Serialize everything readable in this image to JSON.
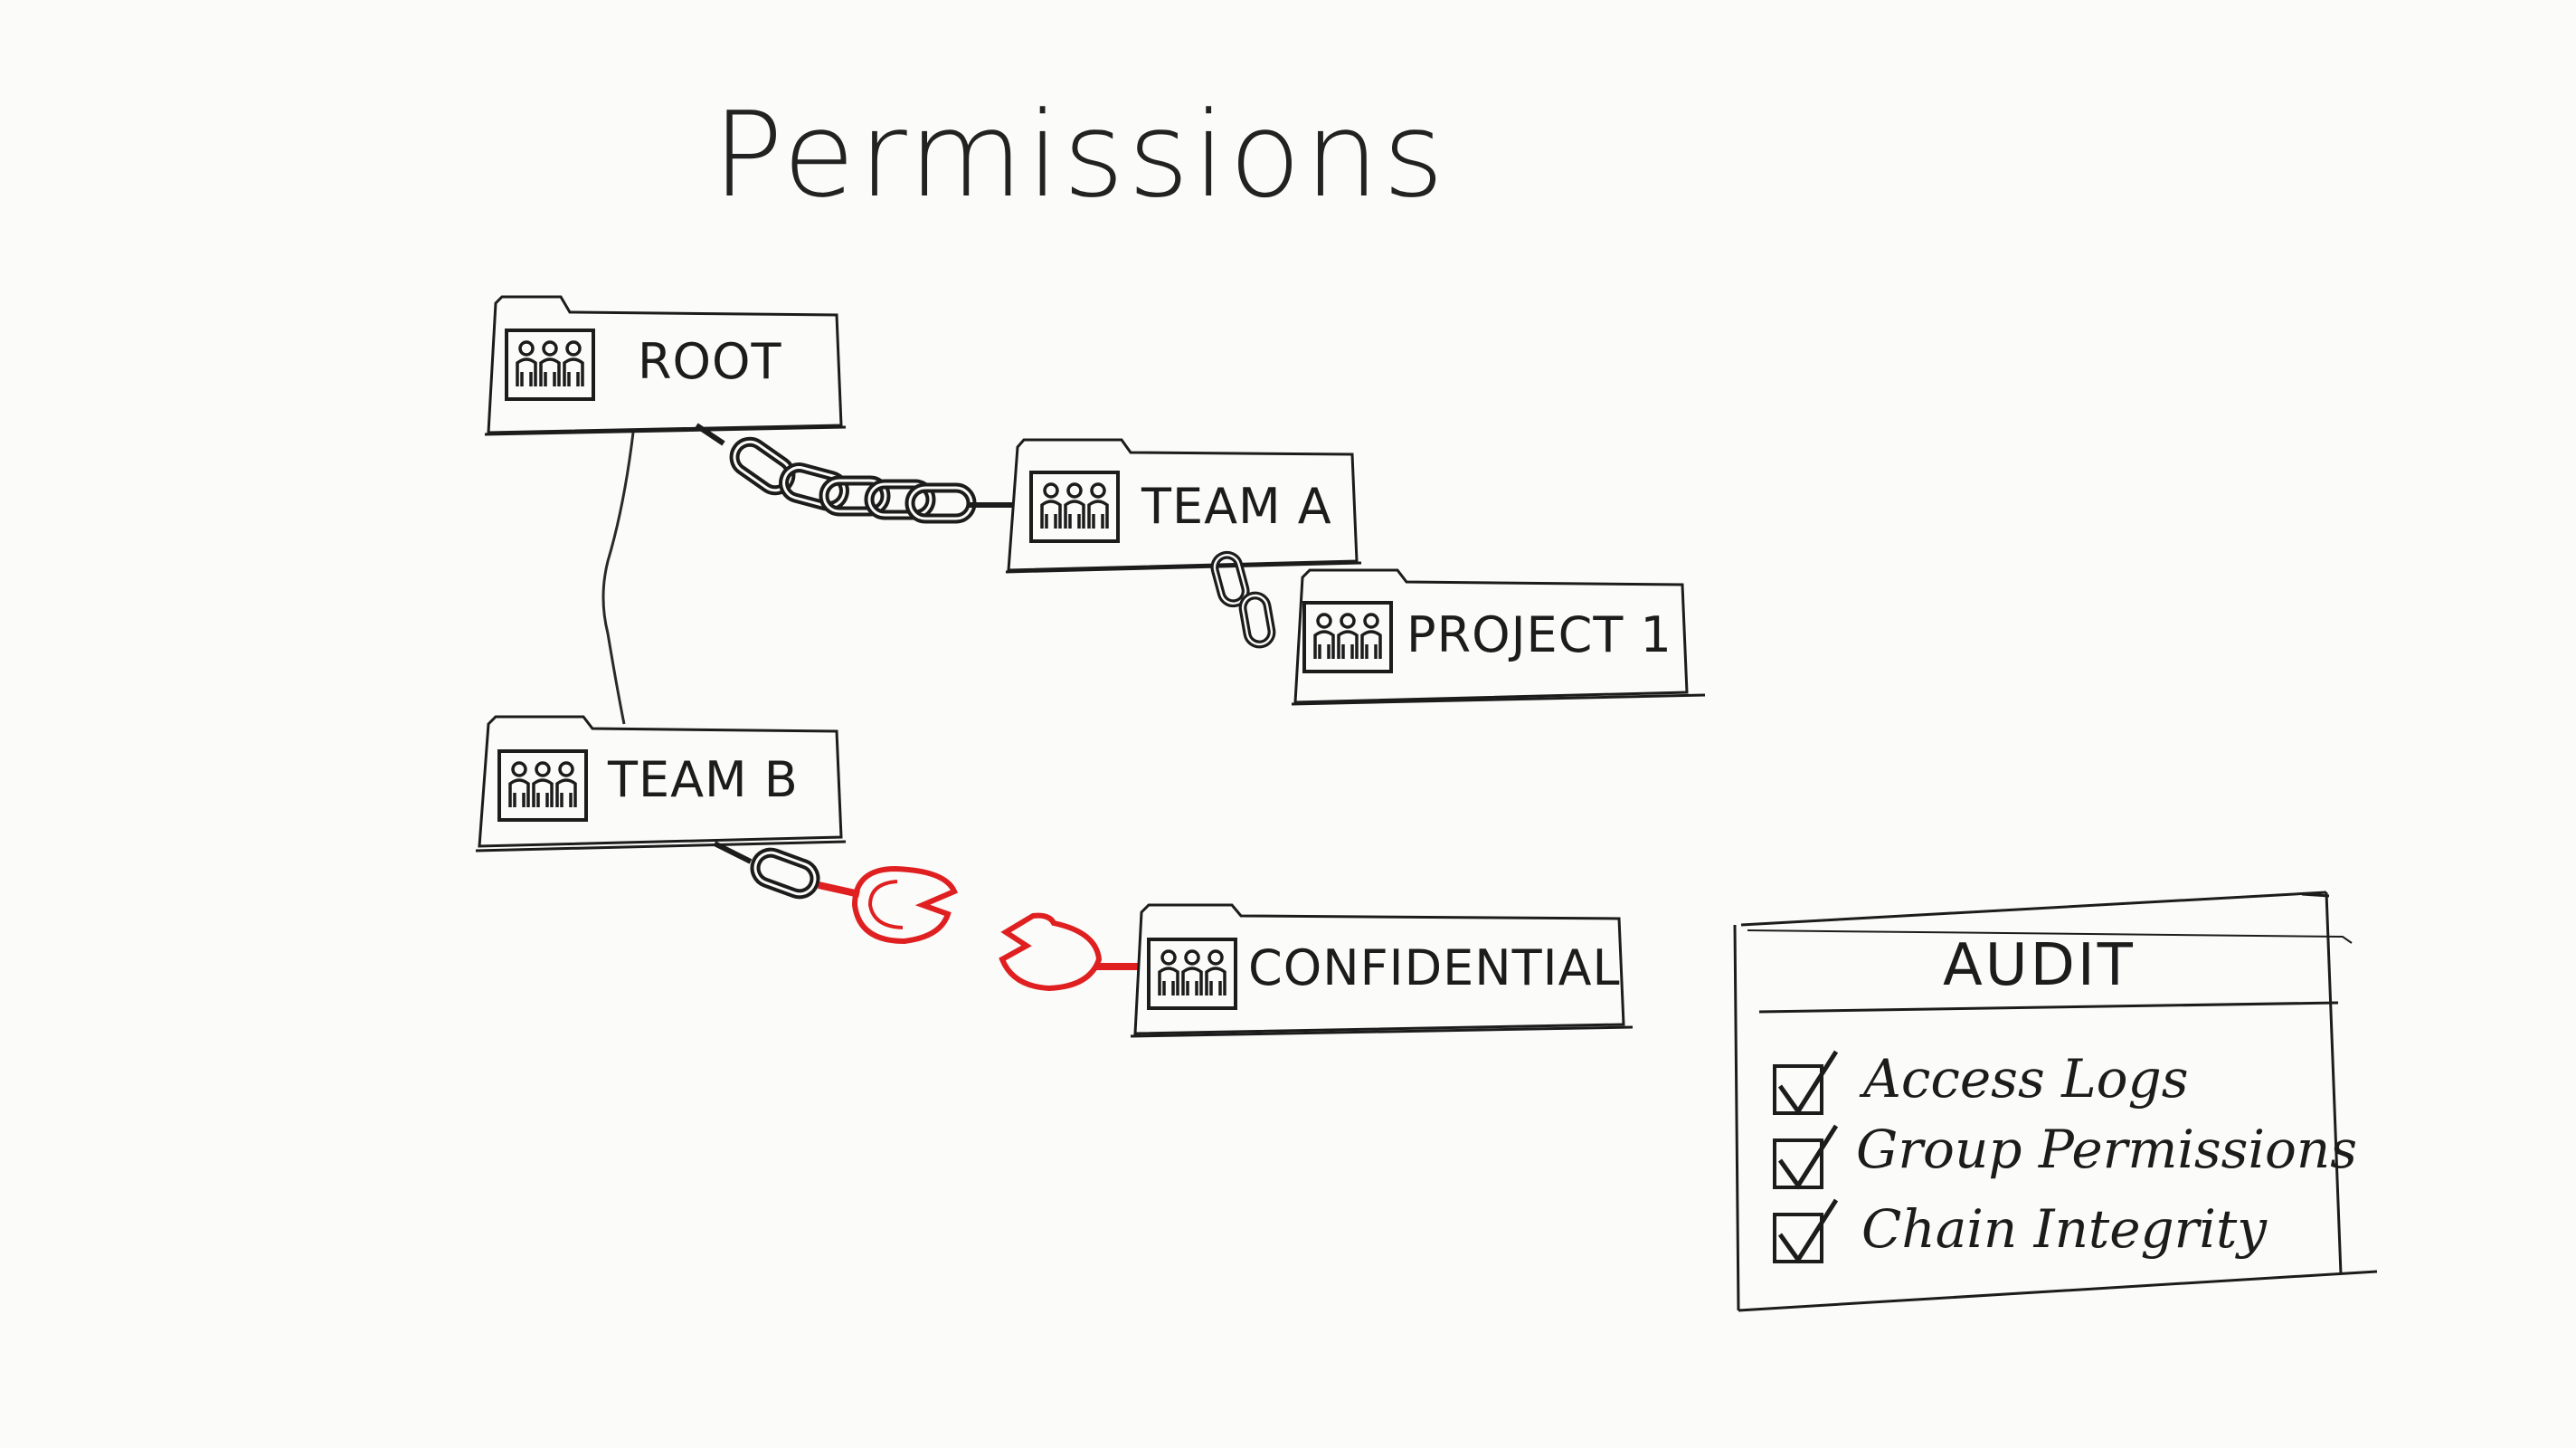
{
  "title": "Permissions",
  "nodes": {
    "root": {
      "label": "ROOT"
    },
    "team_a": {
      "label": "TEAM A"
    },
    "project_1": {
      "label": "PROJECT 1"
    },
    "team_b": {
      "label": "TEAM B"
    },
    "confidential": {
      "label": "CONFIDENTIAL"
    }
  },
  "audit": {
    "title": "AUDIT",
    "items": [
      {
        "label": "Access Logs",
        "checked": true
      },
      {
        "label": "Group Permissions",
        "checked": true
      },
      {
        "label": "Chain Integrity",
        "checked": true
      }
    ]
  },
  "colors": {
    "ink": "#1c1c1c",
    "broken_chain": "#e02020",
    "background": "#fbfbfa"
  }
}
